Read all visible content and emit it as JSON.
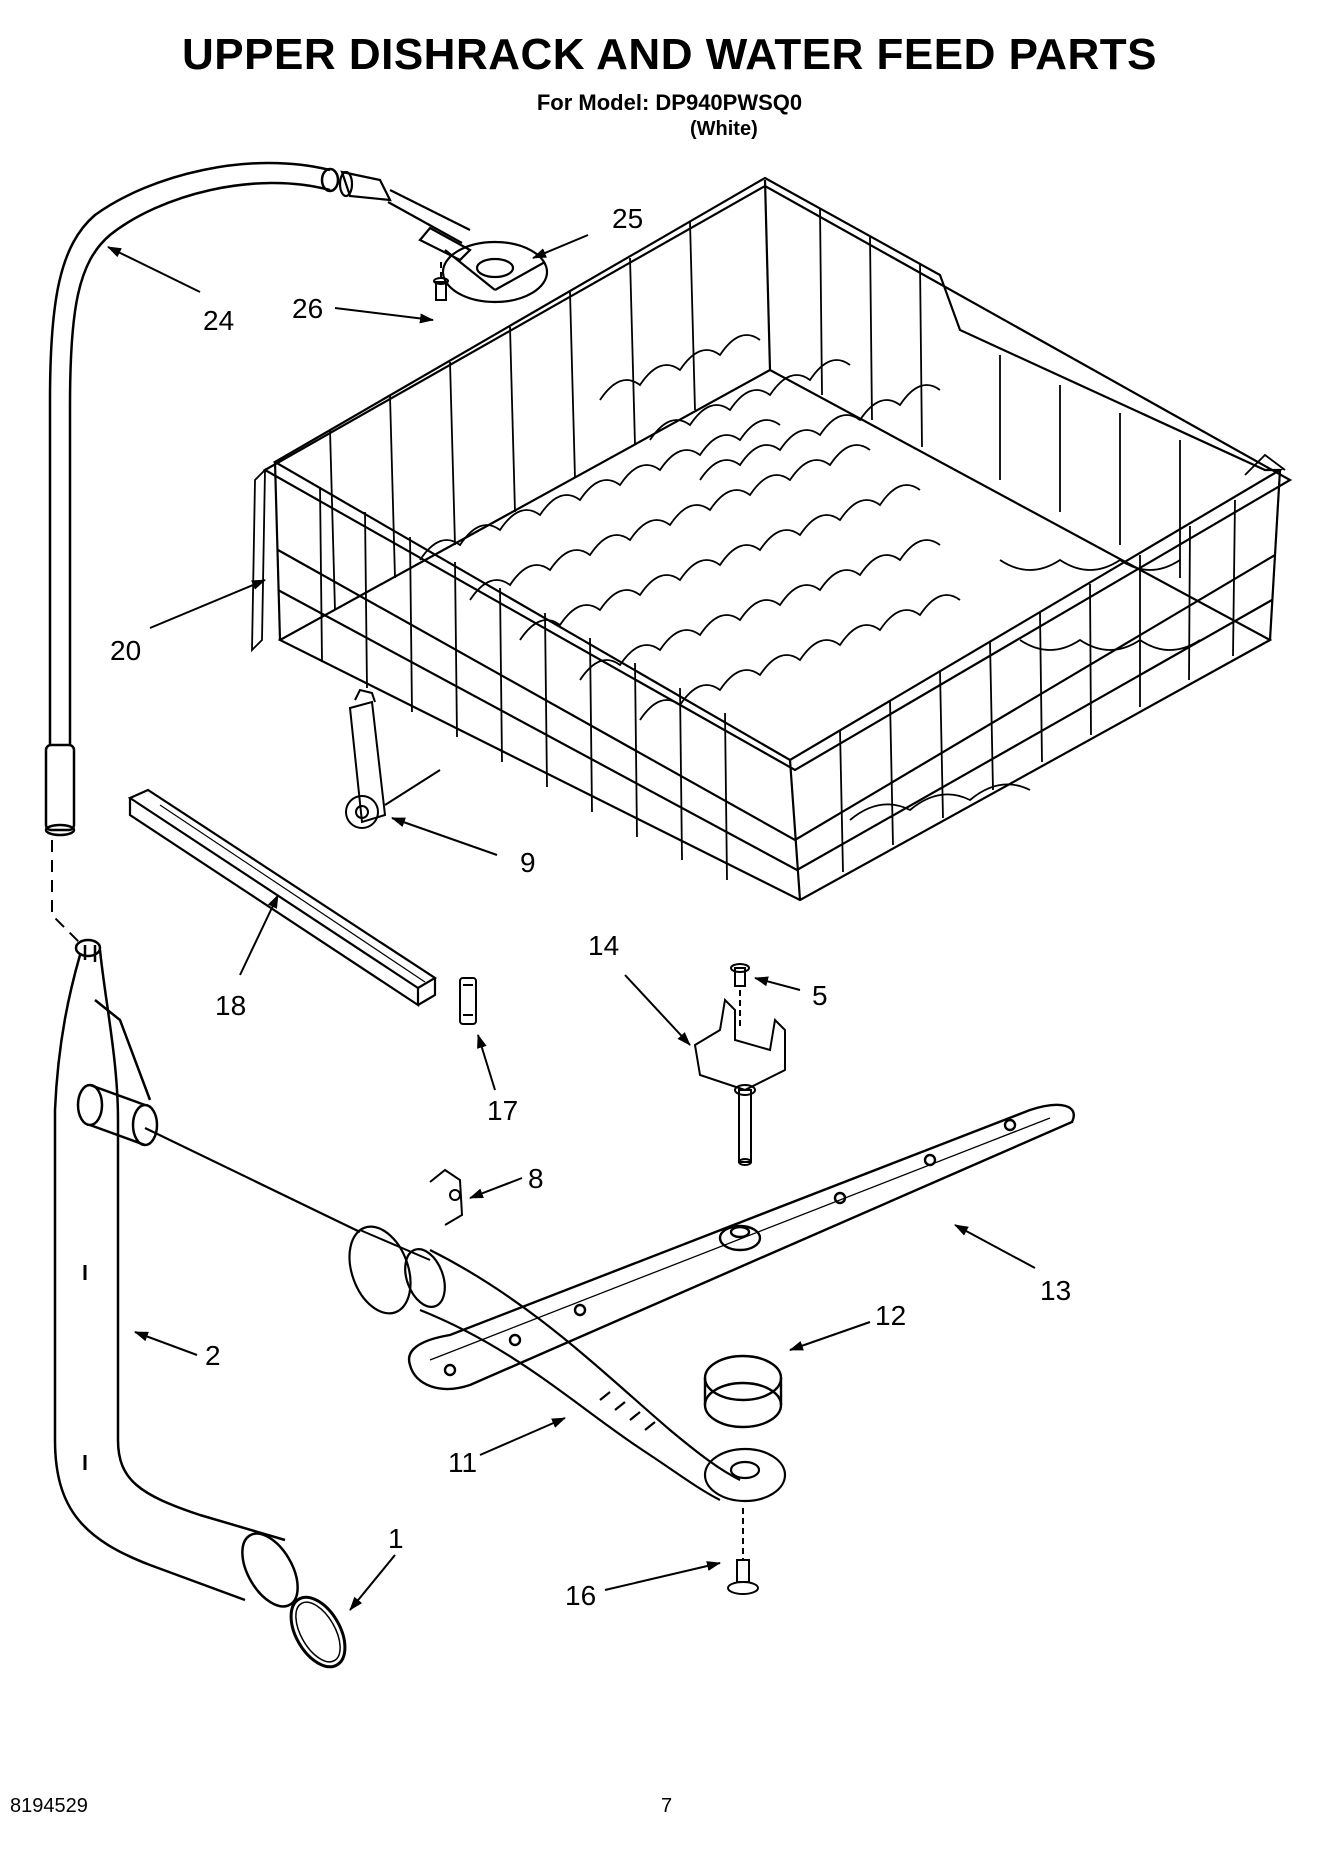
{
  "header": {
    "title": "UPPER DISHRACK AND WATER FEED PARTS",
    "model": "For Model: DP940PWSQ0",
    "color": "(White)"
  },
  "callouts": [
    {
      "id": "25",
      "label": "25"
    },
    {
      "id": "24",
      "label": "24"
    },
    {
      "id": "26",
      "label": "26"
    },
    {
      "id": "20",
      "label": "20"
    },
    {
      "id": "9",
      "label": "9"
    },
    {
      "id": "18",
      "label": "18"
    },
    {
      "id": "14",
      "label": "14"
    },
    {
      "id": "5",
      "label": "5"
    },
    {
      "id": "17",
      "label": "17"
    },
    {
      "id": "8",
      "label": "8"
    },
    {
      "id": "13",
      "label": "13"
    },
    {
      "id": "12",
      "label": "12"
    },
    {
      "id": "2",
      "label": "2"
    },
    {
      "id": "11",
      "label": "11"
    },
    {
      "id": "1",
      "label": "1"
    },
    {
      "id": "16",
      "label": "16"
    }
  ],
  "footer": {
    "doc_number": "8194529",
    "page_number": "7"
  }
}
